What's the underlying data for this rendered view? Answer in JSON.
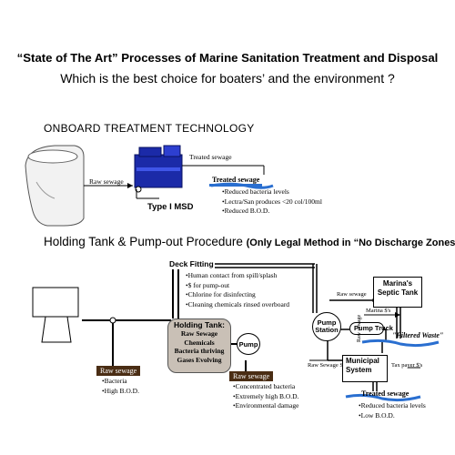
{
  "header": {
    "title": "“State of The Art” Processes of Marine Sanitation Treatment and Disposal",
    "subtitle": "Which is the best choice for boaters’ and the environment ?"
  },
  "onboard": {
    "heading": "ONBOARD  TREATMENT  TECHNOLOGY",
    "raw_sewage": "Raw sewage",
    "treated_sewage_top": "Treated sewage",
    "msd_label": "Type I MSD",
    "treated_label": "Treated sewage",
    "benefits": [
      "Reduced bacteria levels",
      "Lectra/San produces <20 col/100ml",
      "Reduced B.O.D."
    ]
  },
  "holding": {
    "heading": "Holding Tank & Pump-out Procedure ",
    "heading_note": "(Only Legal Method in “No Discharge Zones”)",
    "deck_fitting": "Deck Fitting",
    "deck_notes": [
      "Human contact from spill/splash",
      "$ for pump-out",
      "Chlorine for disinfecting",
      "Cleaning chemicals rinsed overboard"
    ],
    "tank_title": "Holding Tank:",
    "tank_items": [
      "Raw Sewage",
      "Chemicals",
      "Bacteria thriving",
      "Gases Evolving"
    ],
    "pump": "Pump",
    "raw_left_label": "Raw sewage",
    "raw_left_items": [
      "Bacteria",
      "High B.O.D."
    ],
    "raw_mid_label": "Raw  sewage",
    "raw_mid_items": [
      "Concentrated bacteria",
      "Extremely high B.O.D.",
      "Environmental damage"
    ],
    "pump_station": "Pump Station",
    "pump_truck": "Pump Truck",
    "marina_tank": "Marina's Septic Tank",
    "raw_sewage_right": "Raw sewage",
    "marina_money": "Marina $'s",
    "raw_sewage_vertical": "Raw sewage",
    "filtered_waste": "\"Filtered Waste\"",
    "seepage": "Raw Sewage Seepage",
    "municipal": "Municipal System",
    "tax": "Tax payer $'s",
    "treated_label": "Treated  sewage",
    "treated_items": [
      "Reduced bacteria levels",
      "Low B.O.D."
    ]
  }
}
